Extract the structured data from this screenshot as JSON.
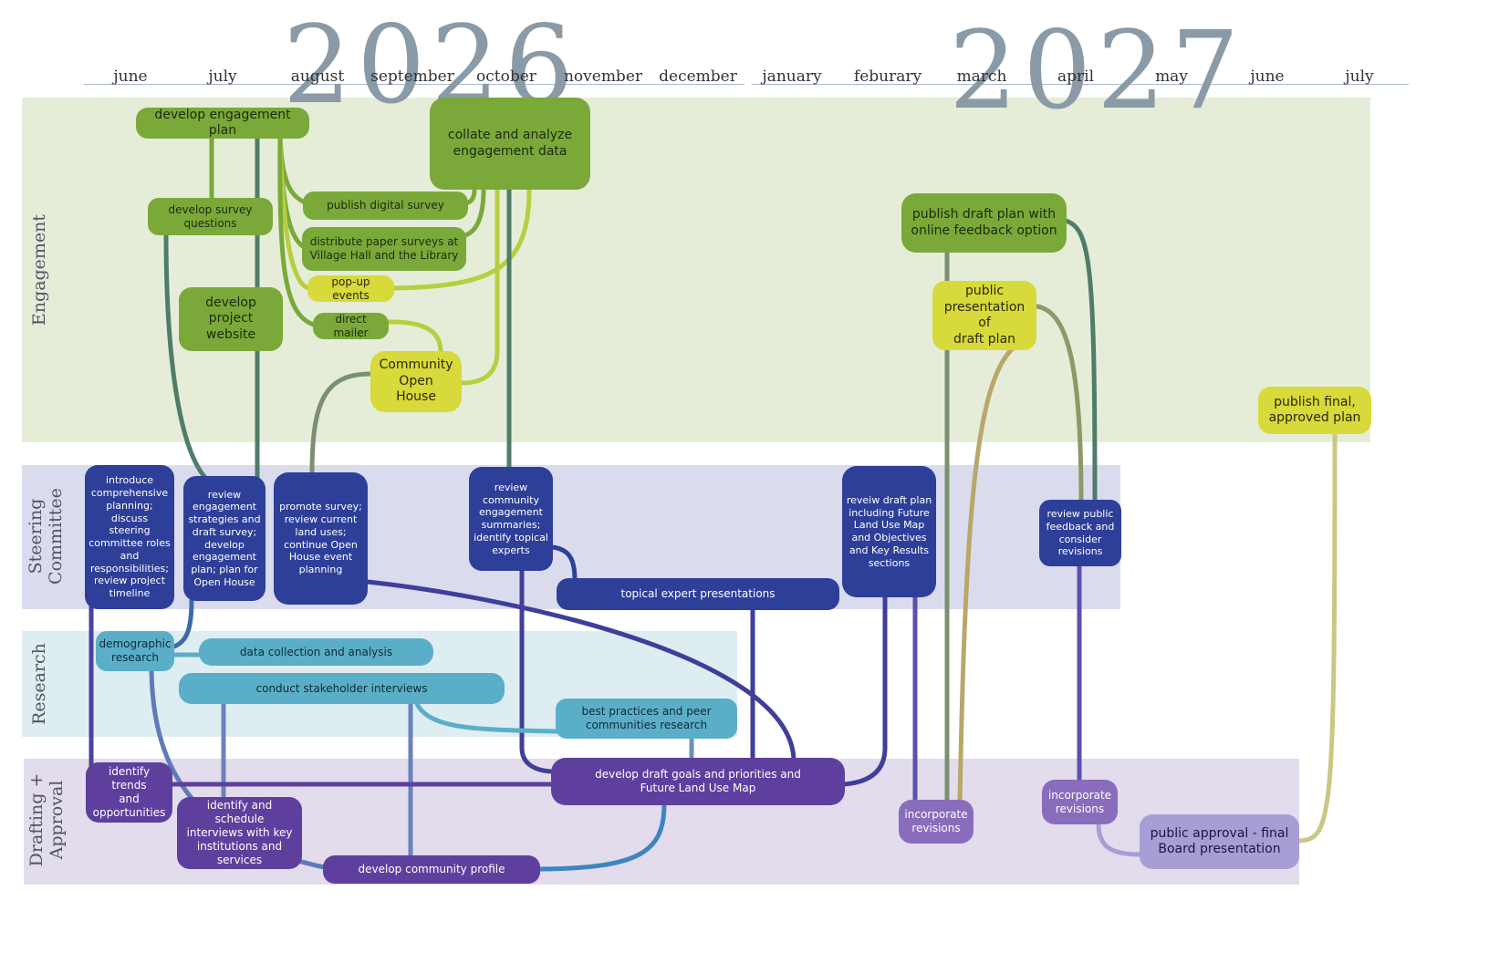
{
  "years": [
    "2026",
    "2027"
  ],
  "months": [
    "june",
    "july",
    "august",
    "september",
    "october",
    "november",
    "december",
    "january",
    "feburary",
    "march",
    "april",
    "may",
    "june",
    "july"
  ],
  "bands": {
    "engagement": "Engagement",
    "steering": "Steering\nCommittee",
    "research": "Research",
    "drafting": "Drafting +\nApproval"
  },
  "nodes": {
    "develop_engagement_plan": "develop engagement plan",
    "collate_analyze": "collate and analyze\nengagement data",
    "develop_survey_questions": "develop survey\nquestions",
    "publish_digital_survey": "publish digital survey",
    "distribute_paper_surveys": "distribute paper surveys at\nVillage Hall and the Library",
    "pop_up_events": "pop-up events",
    "develop_project_website": "develop project\nwebsite",
    "direct_mailer": "direct mailer",
    "community_open_house": "Community\nOpen House",
    "publish_draft_plan": "publish draft plan with\nonline feedback option",
    "public_presentation": "public\npresentation of\ndraft plan",
    "publish_final": "publish final,\napproved plan",
    "introduce_planning": "introduce\ncomprehensive\nplanning; discuss\nsteering\ncommittee roles\nand\nresponsibilities;\nreview project\ntimeline",
    "review_engagement_strategies": "review\nengagement\nstrategies and\ndraft survey;\ndevelop\nengagement\nplan; plan for\nOpen House",
    "promote_survey": "promote survey;\nreview current\nland uses;\ncontinue Open\nHouse event\nplanning",
    "review_summaries": "review\ncommunity\nengagement\nsummaries;\nidentify topical\nexperts",
    "topical_expert": "topical expert presentations",
    "review_draft_plan": "reveiw draft plan\nincluding Future\nLand Use Map\nand Objectives\nand Key Results\nsections",
    "review_public_feedback": "review public\nfeedback and\nconsider\nrevisions",
    "demographic_research": "demographic\nresearch",
    "data_collection": "data collection and analysis",
    "stakeholder_interviews": "conduct stakeholder interviews",
    "best_practices": "best practices and peer\ncommunities research",
    "identify_trends": "identify trends\nand\nopportunities",
    "identify_schedule": "identify and schedule\ninterviews with key\ninstitutions and\nservices",
    "develop_community_profile": "develop community profile",
    "develop_draft_goals": "develop draft goals and priorities and\nFuture Land Use Map",
    "incorporate_revisions_1": "incorporate\nrevisions",
    "incorporate_revisions_2": "incorporate\nrevisions",
    "public_approval": "public approval - final\nBoard presentation"
  },
  "colors": {
    "engagement_band": "#e5edd9",
    "steering_band": "#dadcee",
    "research_band": "#deedf2",
    "drafting_band": "#e2dcec",
    "green": "#7aa93a",
    "yellow": "#d8d93a",
    "steering_blue": "#2e3f9a",
    "teal": "#5baec7",
    "purple": "#5f3f9e",
    "light_purple": "#8a6cbd",
    "lavender": "#a89ed6"
  }
}
